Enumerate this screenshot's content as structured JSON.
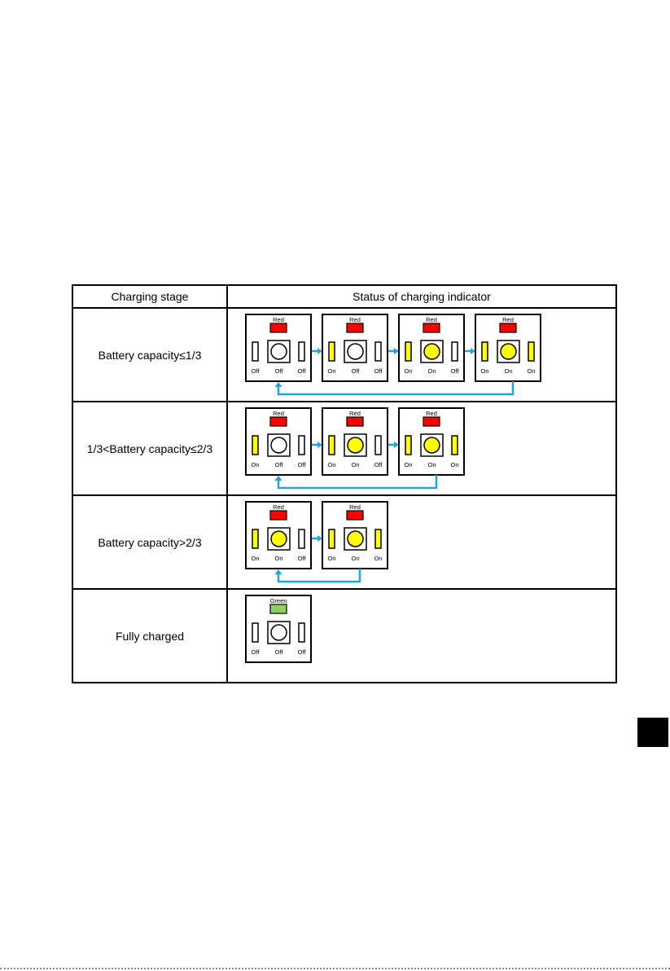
{
  "table": {
    "header": {
      "stage": "Charging stage",
      "status": "Status of charging indicator"
    },
    "rows": [
      {
        "stage": "Battery capacity≤1/3",
        "loop": true,
        "states": [
          {
            "led_label": "Red",
            "led_color": "#ff0000",
            "left": "Off",
            "center": "Off",
            "right": "Off"
          },
          {
            "led_label": "Red",
            "led_color": "#ff0000",
            "left": "On",
            "center": "Off",
            "right": "Off"
          },
          {
            "led_label": "Red",
            "led_color": "#ff0000",
            "left": "On",
            "center": "On",
            "right": "Off"
          },
          {
            "led_label": "Red",
            "led_color": "#ff0000",
            "left": "On",
            "center": "On",
            "right": "On"
          }
        ]
      },
      {
        "stage": "1/3<Battery capacity≤2/3",
        "loop": true,
        "states": [
          {
            "led_label": "Red",
            "led_color": "#ff0000",
            "left": "On",
            "center": "Off",
            "right": "Off"
          },
          {
            "led_label": "Red",
            "led_color": "#ff0000",
            "left": "On",
            "center": "On",
            "right": "Off"
          },
          {
            "led_label": "Red",
            "led_color": "#ff0000",
            "left": "On",
            "center": "On",
            "right": "On"
          }
        ]
      },
      {
        "stage": "Battery capacity>2/3",
        "loop": true,
        "states": [
          {
            "led_label": "Red",
            "led_color": "#ff0000",
            "left": "On",
            "center": "On",
            "right": "Off"
          },
          {
            "led_label": "Red",
            "led_color": "#ff0000",
            "left": "On",
            "center": "On",
            "right": "On"
          }
        ]
      },
      {
        "stage": "Fully charged",
        "loop": false,
        "states": [
          {
            "led_label": "Green",
            "led_color": "#8bd35a",
            "left": "Off",
            "center": "Off",
            "right": "Off"
          }
        ]
      }
    ]
  },
  "colors": {
    "on_fill": "#ffff00",
    "off_fill": "#ffffff",
    "arrow": "#1aa7e0",
    "border": "#000000"
  },
  "icons": {
    "arrow": "right-arrow-icon",
    "loop": "loop-back-arrow-icon",
    "center": "circle-indicator-icon",
    "bar": "bar-indicator-icon"
  }
}
